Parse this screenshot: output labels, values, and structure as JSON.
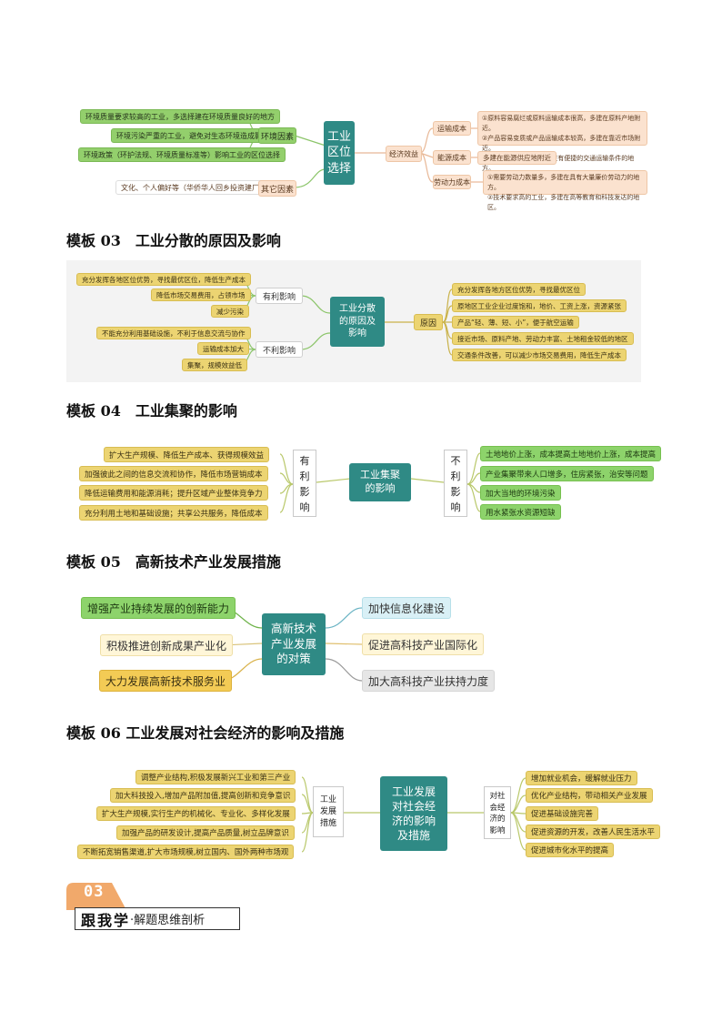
{
  "section02": {
    "hub": "工业\n区位\n选择",
    "left_mid": {
      "env": "环境因素",
      "other": "其它因素"
    },
    "left_leaves": [
      "环境质量要求较高的工业，多选择建在环境质量良好的地方",
      "环境污染严重的工业，避免对生态环境造成影响",
      "环境政策（环护法规、环境质量标准等）影响工业的区位选择",
      "文化、个人偏好等（华侨华人回乡投资建厂）"
    ],
    "right_mid": "经济效益",
    "right_sub": [
      "运输成本",
      "能源成本",
      "劳动力成本"
    ],
    "transport_detail": [
      "①原料容易腐烂或原料运输成本很高，多建在原料产地附近。",
      "②产品容易变质或产品运输成本较高，多建在靠近市场附近。",
      "③需要大量运进原料，建在有便捷的交通运输条件的地方。"
    ],
    "energy_detail": "多建在能源供应地附近",
    "labor_detail": [
      "①需要劳动力数量多，多建在具有大量廉价劳动力的地方。",
      "②技术要求高的工业，多建在高等教育和科技发达的地区。"
    ]
  },
  "section03": {
    "heading": "模板 03　工业分散的原因及影响",
    "hub": "工业分散\n的原因及\n影响",
    "good_label": "有利影响",
    "bad_label": "不利影响",
    "good_items": [
      "充分发挥各地区位优势，寻找最优区位，降低生产成本",
      "降低市场交易费用，占领市场",
      "减少污染"
    ],
    "bad_items": [
      "不能充分利用基础设施，不利于信息交流与协作",
      "运输成本加大",
      "集聚，规模效益低"
    ],
    "reason_label": "原因",
    "reasons": [
      "充分发挥各地方区位优势，寻找最优区位",
      "原地区工业企业过度饱和，地价、工资上涨，资源紧张",
      "产品“轻、薄、短、小”，便于航空运输",
      "接近市场、原料产地、劳动力丰富、土地租金较低的地区",
      "交通条件改善，可以减少市场交易费用，降低生产成本"
    ]
  },
  "section04": {
    "heading": "模板 04　工业集聚的影响",
    "hub": "工业集聚\n的影响",
    "good_label": "有\n利\n影\n响",
    "bad_label": "不\n利\n影\n响",
    "good_items": [
      "扩大生产规模、降低生产成本、获得规模效益",
      "加强彼此之间的信息交流和协作，降低市场营销成本",
      "降低运输费用和能源消耗；提升区域产业整体竞争力",
      "充分利用土地和基础设施；共享公共服务，降低成本"
    ],
    "bad_items": [
      "土地地价上涨，成本提高土地地价上涨，成本提高",
      "产业集聚带来人口增多，住房紧张，治安等问题",
      "加大当地的环境污染",
      "用水紧张水资源短缺"
    ]
  },
  "section05": {
    "heading": "模板 05　高新技术产业发展措施",
    "hub": "高新技术\n产业发展\n的对策",
    "left": [
      "增强产业持续发展的创新能力",
      "积极推进创新成果产业化",
      "大力发展高新技术服务业"
    ],
    "right": [
      "加快信息化建设",
      "促进高科技产业国际化",
      "加大高科技产业扶持力度"
    ]
  },
  "section06": {
    "heading": "模板 06 工业发展对社会经济的影响及措施",
    "hub": "工业发展\n对社会经\n济的影响\n及措施",
    "left_label": "工业\n发展\n措施",
    "right_label": "对社\n会经\n济的\n影响",
    "left_items": [
      "调整产业结构,积极发展新兴工业和第三产业",
      "加大科技投入,增加产品附加值,提高创新和竞争意识",
      "扩大生产规模,实行生产的机械化、专业化、多样化发展",
      "加强产品的研发设计,提高产品质量,树立品牌意识",
      "不断拓宽销售渠道,扩大市场规模,树立国内、国外两种市场观"
    ],
    "right_items": [
      "增加就业机会，缓解就业压力",
      "优化产业结构，带动相关产业发展",
      "促进基础设施完善",
      "促进资源的开发，改善人民生活水平",
      "促进城市化水平的提高"
    ]
  },
  "footer": {
    "number": "03",
    "title": "跟我学",
    "subtitle": "·解题思维剖析"
  },
  "colors": {
    "hub": "#2f8a85",
    "green": "#93cf6c",
    "yellow": "#ecd472",
    "peach": "#fbe2cf",
    "footer_orange": "#f1a96b"
  }
}
